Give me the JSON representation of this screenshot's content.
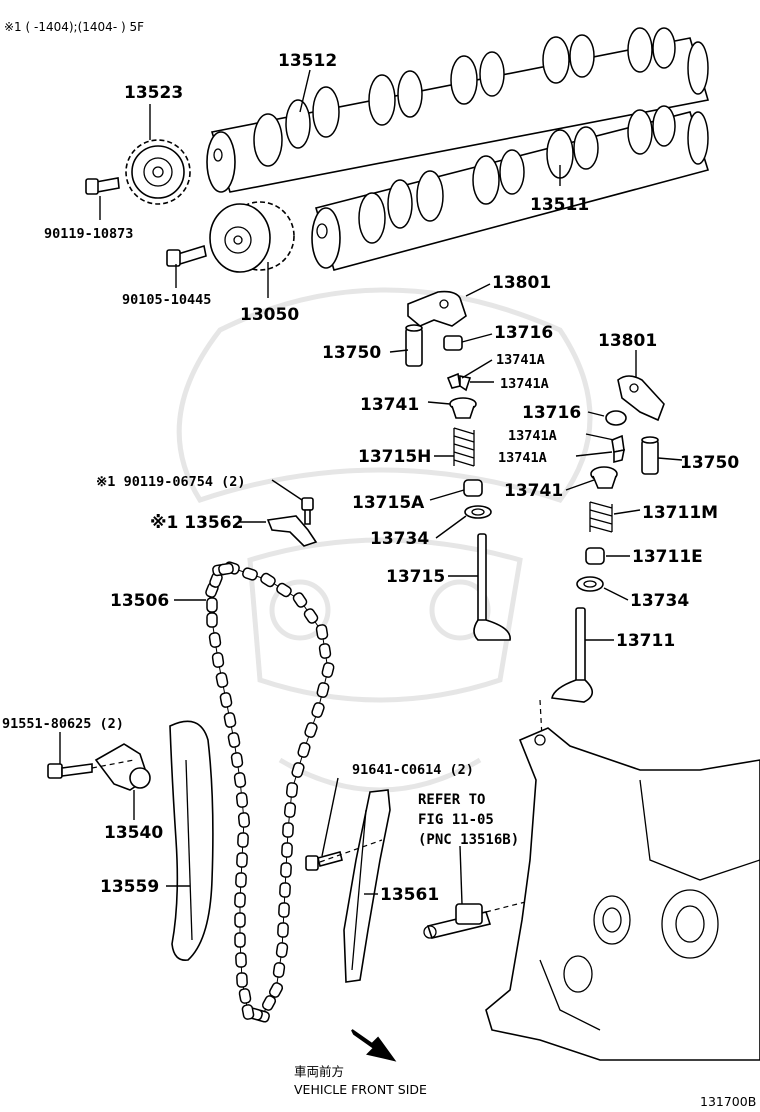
{
  "header": {
    "note": "※1 (      -1404);(1404-        ) 5F"
  },
  "labels": {
    "p13512": "13512",
    "p13523": "13523",
    "p13511": "13511",
    "p90119_10873": "90119-10873",
    "p90105_10445": "90105-10445",
    "p13050": "13050",
    "p13801_a": "13801",
    "p13716_a": "13716",
    "p13750_a": "13750",
    "p13741A_1": "13741A",
    "p13741A_2": "13741A",
    "p13741_a": "13741",
    "p13715H": "13715H",
    "p13801_b": "13801",
    "p13716_b": "13716",
    "p13741A_3": "13741A",
    "p13741A_4": "13741A",
    "p13750_b": "13750",
    "p13741_b": "13741",
    "p13711M": "13711M",
    "p90119_06754": "※1 90119-06754 (2)",
    "p13562": "※1 13562",
    "p13715A": "13715A",
    "p13734_a": "13734",
    "p13711E": "13711E",
    "p13715": "13715",
    "p13734_b": "13734",
    "p13506": "13506",
    "p13711": "13711",
    "p91551": "91551-80625 (2)",
    "p91641": "91641-C0614 (2)",
    "p13540": "13540",
    "p13559": "13559",
    "p13561": "13561"
  },
  "refer_note": {
    "line1": "REFER TO",
    "line2": "FIG 11-05",
    "line3": "(PNC 13516B)"
  },
  "direction": {
    "jp": "車両前方",
    "en": "VEHICLE FRONT SIDE"
  },
  "figure_id": "131700B"
}
